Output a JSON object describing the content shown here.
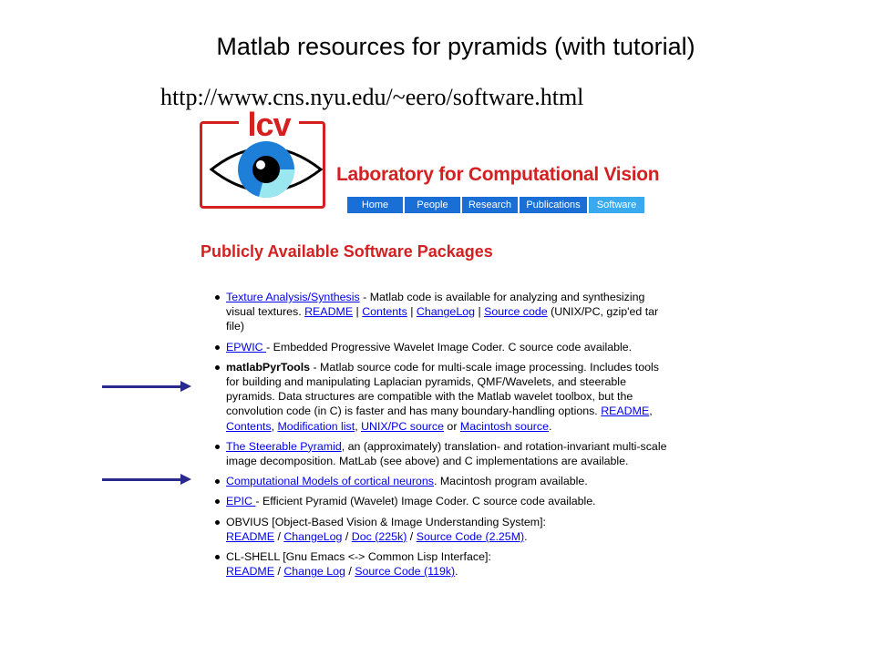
{
  "slide": {
    "title": "Matlab resources for pyramids (with tutorial)",
    "url": "http://www.cns.nyu.edu/~eero/software.html"
  },
  "site": {
    "logo_text": "lcv",
    "lab_name": "Laboratory for Computational Vision",
    "nav": [
      {
        "label": "Home",
        "active": false
      },
      {
        "label": "People",
        "active": false
      },
      {
        "label": "Research",
        "active": false
      },
      {
        "label": "Publications",
        "active": false
      },
      {
        "label": "Software",
        "active": true
      }
    ],
    "heading": "Publicly Available Software Packages"
  },
  "items": [
    {
      "title": "Texture Analysis/Synthesis",
      "desc": " - Matlab code is available for analyzing and synthesizing visual textures. ",
      "l1": "README",
      "s1": " | ",
      "l2": "Contents",
      "s2": " | ",
      "l3": "ChangeLog",
      "s3": " | ",
      "l4": "Source code",
      "tail": " (UNIX/PC, gzip'ed tar file)"
    },
    {
      "title": "EPWIC ",
      "desc": "- Embedded Progressive Wavelet Image Coder. C source code available."
    },
    {
      "title": "matlabPyrTools",
      "desc": " - Matlab source code for multi-scale image processing. Includes tools for building and manipulating Laplacian pyramids, QMF/Wavelets, and steerable pyramids. Data structures are compatible with the Matlab wavelet toolbox, but the convolution code (in C) is faster and has many boundary-handling options. ",
      "l1": "README",
      "s1": ", ",
      "l2": "Contents",
      "s2": ", ",
      "l3": "Modification list",
      "s3": ", ",
      "l4": "UNIX/PC source",
      "s4": " or ",
      "l5": "Macintosh source",
      "tail": "."
    },
    {
      "title": "The Steerable Pyramid",
      "desc": ", an (approximately) translation- and rotation-invariant multi-scale image decomposition. MatLab (see above) and C implementations are available."
    },
    {
      "title": "Computational Models of cortical neurons",
      "desc": ". Macintosh program available."
    },
    {
      "title": "EPIC ",
      "desc": "- Efficient Pyramid (Wavelet) Image Coder. C source code available."
    },
    {
      "title": "OBVIUS [Object-Based Vision & Image Understanding System]:",
      "l1": "README",
      "s1": " / ",
      "l2": "ChangeLog",
      "s2": " / ",
      "l3": "Doc (225k)",
      "s3": " / ",
      "l4": "Source Code (2.25M)",
      "tail": "."
    },
    {
      "title": "CL-SHELL [Gnu Emacs <-> Common Lisp Interface]:",
      "l1": "README",
      "s1": " / ",
      "l2": "Change Log",
      "s2": " / ",
      "l3": "Source Code (119k)",
      "tail": "."
    }
  ],
  "colors": {
    "lab_red": "#d42020",
    "nav_blue": "#1a6fd6",
    "nav_active": "#39aaf0",
    "link": "#0000ee",
    "arrow": "#2a2a8a"
  }
}
